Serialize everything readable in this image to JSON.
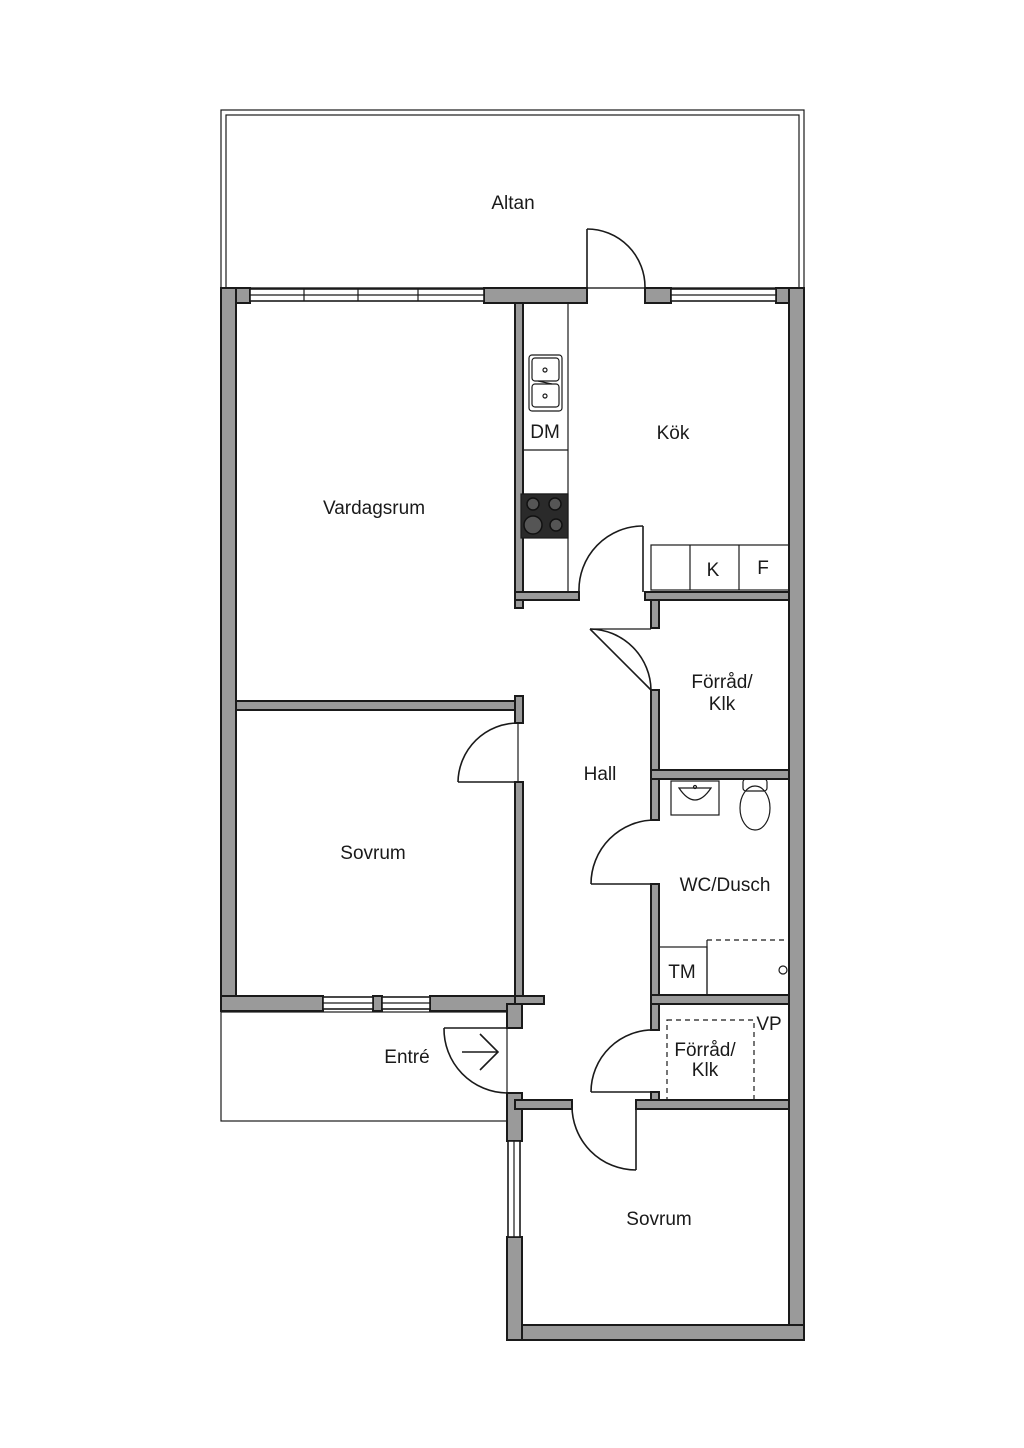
{
  "rooms": {
    "altan": "Altan",
    "kok": "Kök",
    "vardagsrum": "Vardagsrum",
    "sovrum_1": "Sovrum",
    "hall": "Hall",
    "forrad_1_line1": "Förråd/",
    "forrad_1_line2": "Klk",
    "wc": "WC/Dusch",
    "entre": "Entré",
    "forrad_2_line1": "Förråd/",
    "forrad_2_line2": "Klk",
    "sovrum_2": "Sovrum"
  },
  "fixtures": {
    "dishwasher": "DM",
    "fridge": "K",
    "freezer": "F",
    "washer": "TM",
    "water_heater": "VP"
  }
}
